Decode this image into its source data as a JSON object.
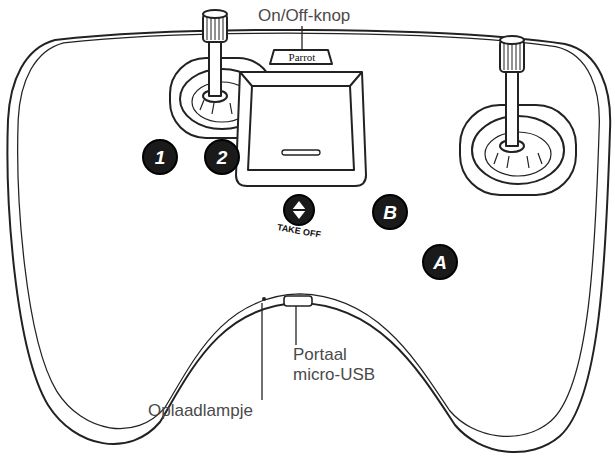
{
  "diagram": {
    "nodes": [
      {
        "text": [
          "1"
        ]
      },
      {
        "text": [
          "2"
        ]
      },
      {
        "text": [
          "B"
        ]
      },
      {
        "text": [
          "A"
        ]
      }
    ],
    "labels": [
      "On/Off-knop",
      "Parrot",
      "TAKE OFF",
      "Oplaadlampje",
      "Portaal micro-USB"
    ]
  }
}
